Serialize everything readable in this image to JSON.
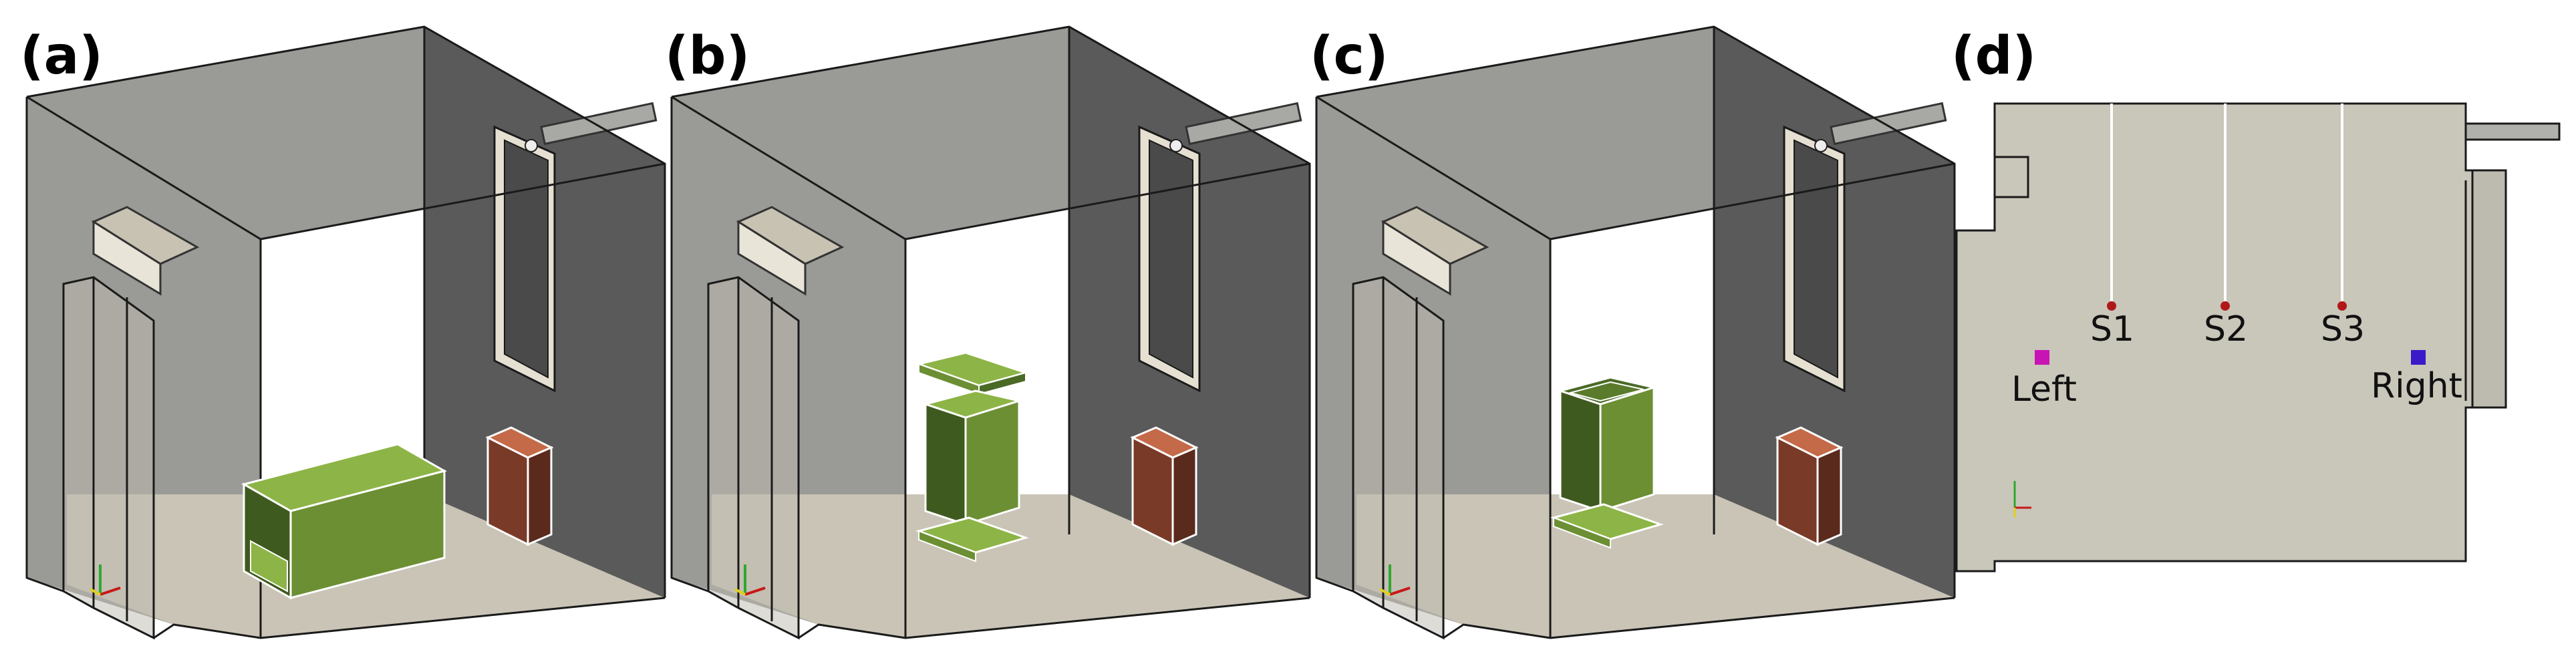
{
  "panels": [
    {
      "id": "a",
      "label": "(a)",
      "object": "box-horizontal"
    },
    {
      "id": "b",
      "label": "(b)",
      "object": "box-vertical-with-lid"
    },
    {
      "id": "c",
      "label": "(c)",
      "object": "box-vertical-open"
    },
    {
      "id": "d",
      "label": "(d)"
    }
  ],
  "top_view": {
    "sensors": [
      {
        "label": "S1",
        "color": "#b01818"
      },
      {
        "label": "S2",
        "color": "#b01818"
      },
      {
        "label": "S3",
        "color": "#b01818"
      }
    ],
    "markers": [
      {
        "label": "Left",
        "color": "#c814b4"
      },
      {
        "label": "Right",
        "color": "#3a1ac8"
      }
    ]
  },
  "colors": {
    "object_light": "#8db446",
    "object_mid": "#6c8f34",
    "object_dark": "#3f5a1f",
    "heater_front": "#7a3a28",
    "heater_side": "#c46a48",
    "room_back_wall": "#9a9a96",
    "room_side_wall": "#5a5a5a",
    "floor": "#c9c4b6"
  }
}
